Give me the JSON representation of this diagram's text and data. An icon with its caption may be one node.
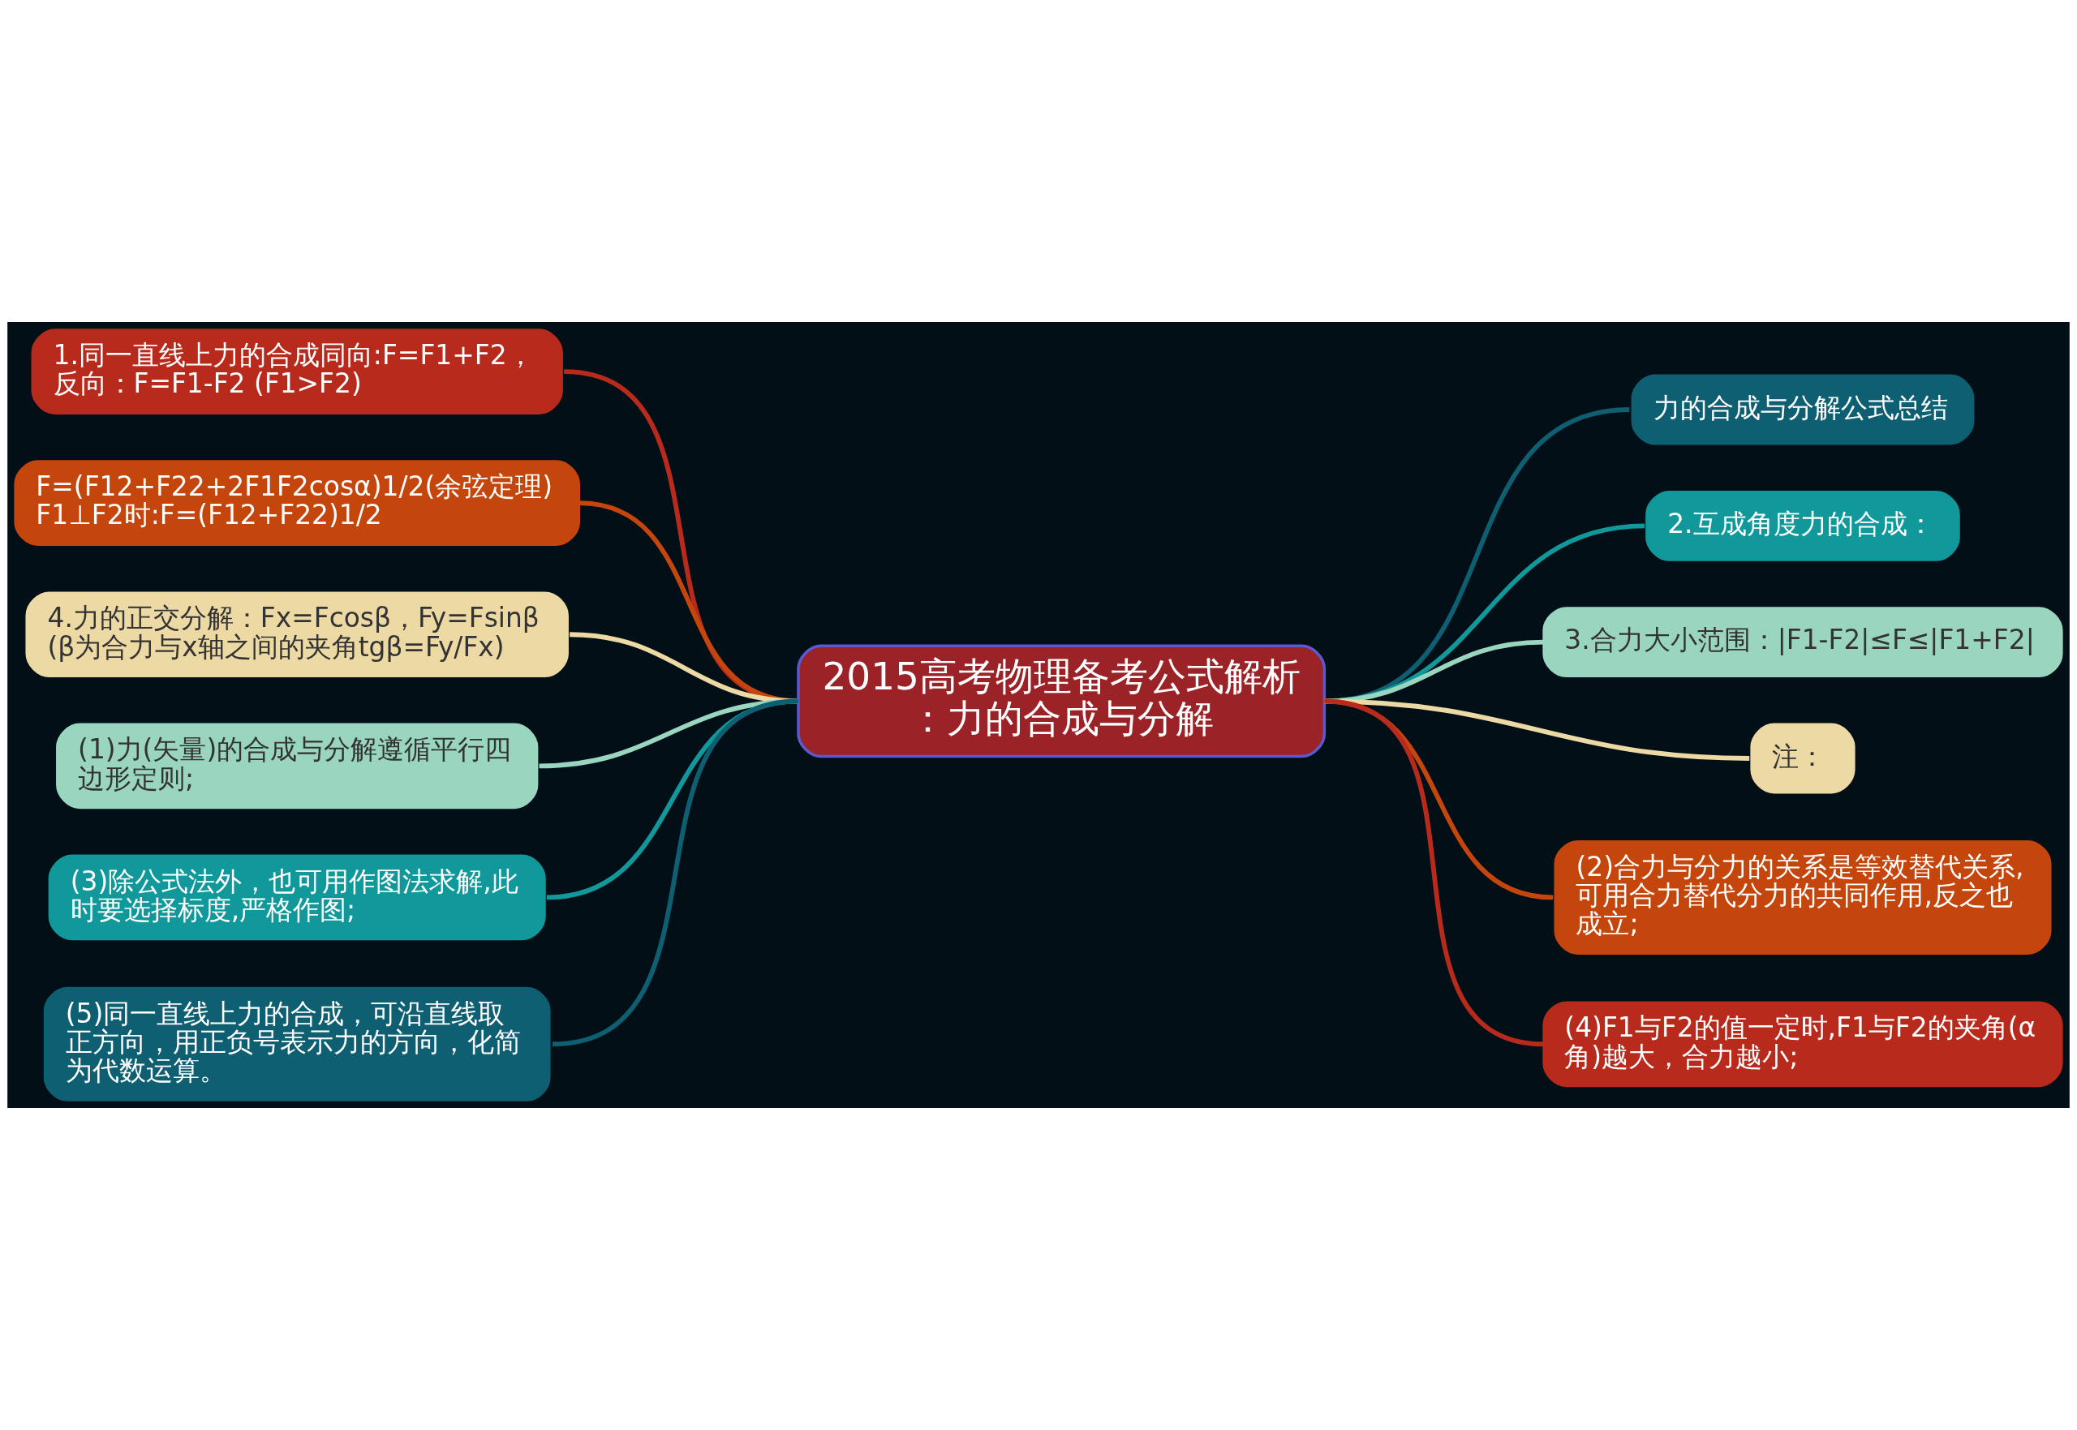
{
  "diagram": {
    "nodes": [
      {
        "text": [
          "2015高考物理备考公式解析：力的合成与分解"
        ]
      },
      {
        "text": [
          "1.同一直线上力的合成同向:F=F1+F2，反向：F=F1-F2 (F1>F2)"
        ]
      },
      {
        "text": [
          "F=(F12+F22+2F1F2cosα)1/2(余弦定理) F1⊥F2时:F=(F12+F22)1/2"
        ]
      },
      {
        "text": [
          "4.力的正交分解：Fx=Fcosβ，Fy=Fsinβ(β为合力与x轴之间的夹角tgβ=Fy/Fx)"
        ]
      },
      {
        "text": [
          "(1)力(矢量)的合成与分解遵循平行四边形定则;"
        ]
      },
      {
        "text": [
          "(3)除公式法外，也可用作图法求解,此时要选择标度,严格作图;"
        ]
      },
      {
        "text": [
          "(5)同一直线上力的合成，可沿直线取正方向，用正负号表示力的方向，化简为代数运算。"
        ]
      },
      {
        "text": [
          "力的合成与分解公式总结"
        ]
      },
      {
        "text": [
          "2.互成角度力的合成："
        ]
      },
      {
        "text": [
          "3.合力大小范围：|F1-F2|≤F≤|F1+F2|"
        ]
      },
      {
        "text": [
          "注："
        ]
      },
      {
        "text": [
          "(2)合力与分力的关系是等效替代关系,可用合力替代分力的共同作用,反之也成立;"
        ]
      },
      {
        "text": [
          "(4)F1与F2的值一定时,F1与F2的夹角(α角)越大，合力越小;"
        ]
      }
    ],
    "edges": [
      {
        "from": 0,
        "to": 1,
        "arrow": "none",
        "color": "#b82a1c"
      },
      {
        "from": 0,
        "to": 2,
        "arrow": "none",
        "color": "#c4460c"
      },
      {
        "from": 0,
        "to": 3,
        "arrow": "none",
        "color": "#ecd9a4"
      },
      {
        "from": 0,
        "to": 4,
        "arrow": "none",
        "color": "#9ad6bf"
      },
      {
        "from": 0,
        "to": 5,
        "arrow": "none",
        "color": "#10989a"
      },
      {
        "from": 0,
        "to": 6,
        "arrow": "none",
        "color": "#0e5f72"
      },
      {
        "from": 0,
        "to": 7,
        "arrow": "none",
        "color": "#0e5f72"
      },
      {
        "from": 0,
        "to": 8,
        "arrow": "none",
        "color": "#10989a"
      },
      {
        "from": 0,
        "to": 9,
        "arrow": "none",
        "color": "#9ad6bf"
      },
      {
        "from": 0,
        "to": 10,
        "arrow": "none",
        "color": "#ecd9a4"
      },
      {
        "from": 0,
        "to": 11,
        "arrow": "none",
        "color": "#c4460c"
      },
      {
        "from": 0,
        "to": 12,
        "arrow": "none",
        "color": "#b82a1c"
      }
    ]
  }
}
